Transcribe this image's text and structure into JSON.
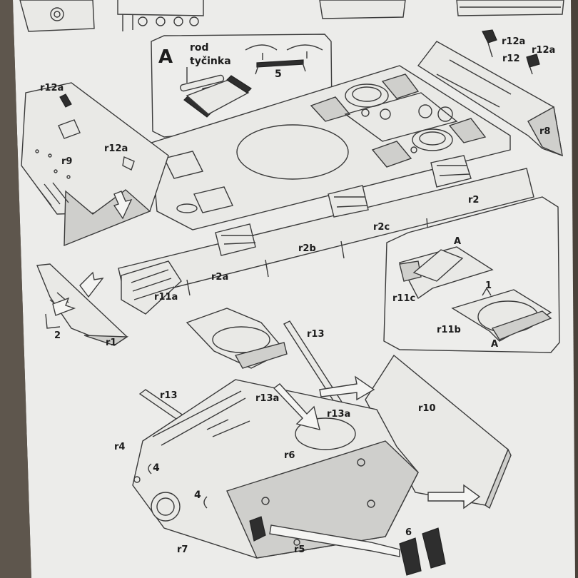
{
  "inset_a": {
    "letter": "A",
    "word_en": "rod",
    "word_cz": "tyčinka",
    "count": "5"
  },
  "labels": {
    "r1": "r1",
    "r2": "r2",
    "r2a": "r2a",
    "r2b": "r2b",
    "r2c": "r2c",
    "r4": "r4",
    "r5": "r5",
    "r6": "r6",
    "r7": "r7",
    "r8": "r8",
    "r9": "r9",
    "r10": "r10",
    "r11a": "r11a",
    "r11b": "r11b",
    "r11c": "r11c",
    "r12": "r12",
    "r12a": "r12a",
    "r13": "r13",
    "r13a": "r13a"
  },
  "markers": {
    "step_2": "2",
    "step_6": "6",
    "step_1": "1",
    "mark_4": "4",
    "fold_a": "A"
  }
}
